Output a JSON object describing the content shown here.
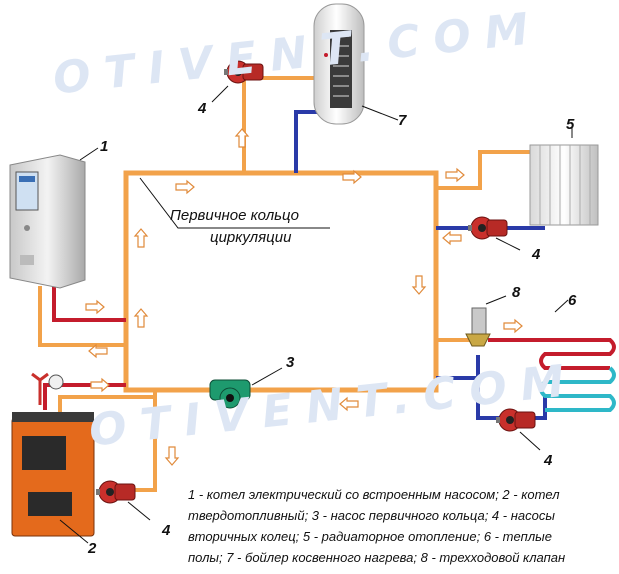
{
  "watermark": "OTIVENT.COM",
  "ring_label": [
    "Первичное кольцо",
    "циркуляции"
  ],
  "numbers": {
    "electric_boiler": "1",
    "solid_fuel_boiler": "2",
    "primary_pump": "3",
    "pump_top": "4",
    "pump_radiator": "4",
    "pump_floor": "4",
    "pump_solid": "4",
    "radiator": "5",
    "floor": "6",
    "indirect_boiler": "7",
    "three_way_valve": "8"
  },
  "legend": [
    "1 - котел электрический со встроенным насосом; 2 - котел",
    "твердотопливный; 3 - насос первичного кольца; 4 - насосы",
    "вторичных колец; 5 - радиаторное отопление; 6 - теплые",
    "полы; 7 - бойлер косвенного нагрева; 8 - трехходовой клапан"
  ],
  "colors": {
    "hot_pipe": "#f2a24a",
    "supply_red": "#c41c2c",
    "return_blue": "#2a3aa8",
    "pump_red": "#c9302c",
    "pump_green": "#1e9a6e"
  }
}
